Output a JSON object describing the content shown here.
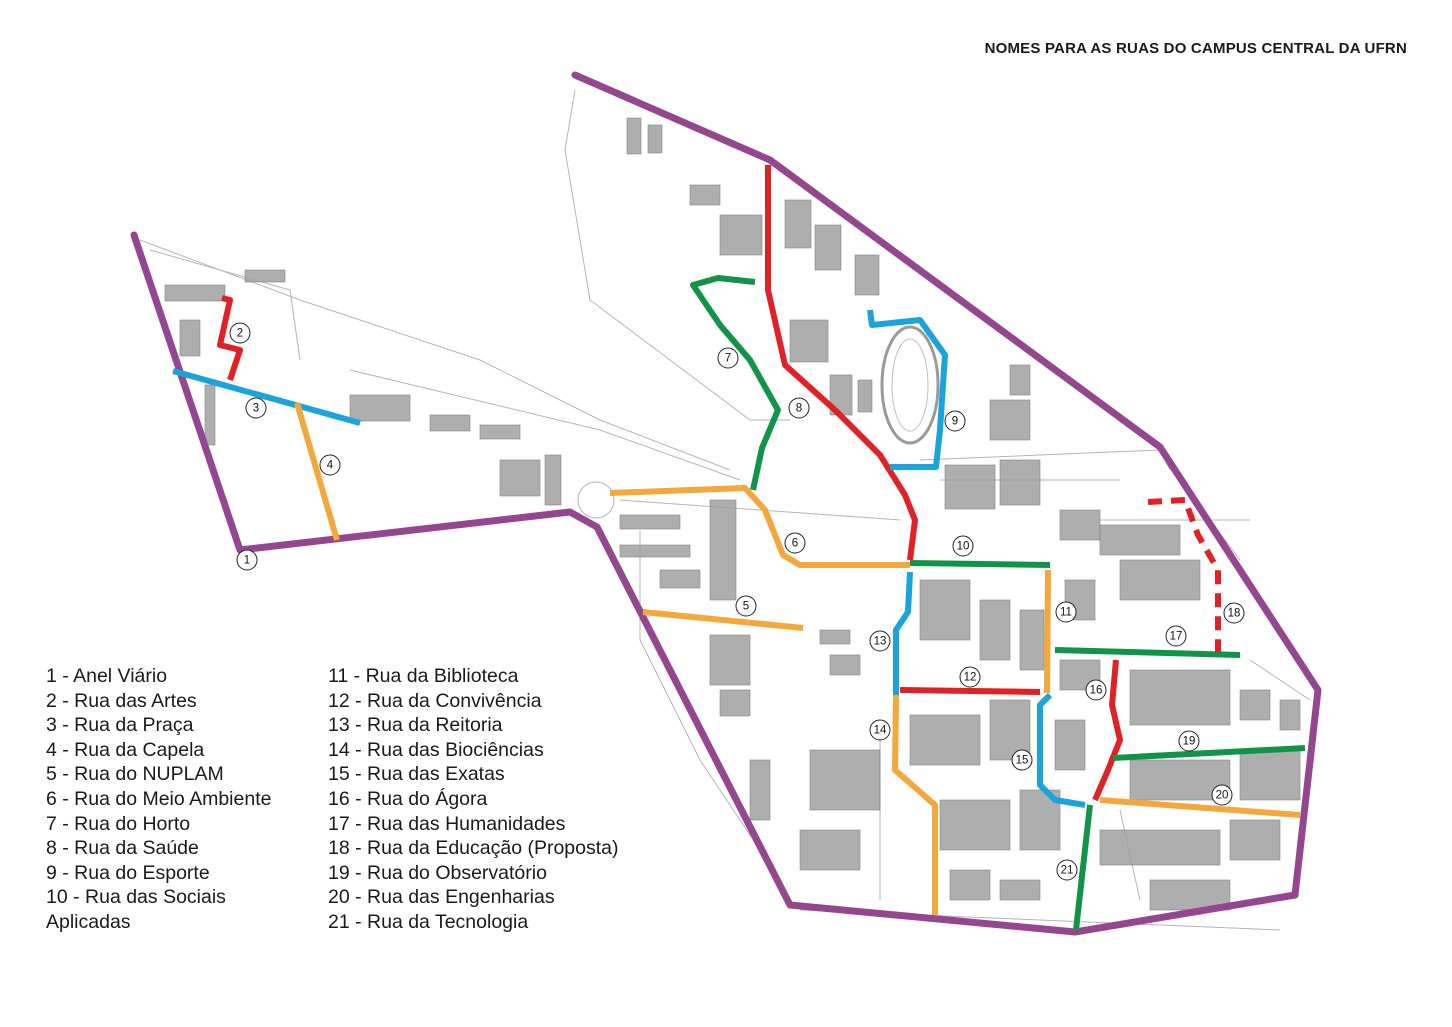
{
  "title": "NOMES PARA AS RUAS DO CAMPUS CENTRAL DA UFRN",
  "colors": {
    "boundary": "#94478f",
    "red": "#e02126",
    "blue": "#1aa3dc",
    "orange": "#f4a73b",
    "green": "#129447",
    "buildings": "#8c8c8c"
  },
  "streets": [
    {
      "number": "1",
      "label": "1 - Anel Viário"
    },
    {
      "number": "2",
      "label": "2 - Rua das Artes"
    },
    {
      "number": "3",
      "label": "3 - Rua da Praça"
    },
    {
      "number": "4",
      "label": "4 - Rua da Capela"
    },
    {
      "number": "5",
      "label": "5 - Rua do NUPLAM"
    },
    {
      "number": "6",
      "label": "6 - Rua do Meio Ambiente"
    },
    {
      "number": "7",
      "label": "7 - Rua do Horto"
    },
    {
      "number": "8",
      "label": "8 - Rua da Saúde"
    },
    {
      "number": "9",
      "label": "9 - Rua do Esporte"
    },
    {
      "number": "10",
      "label": "10 - Rua das Sociais",
      "label2": "Aplicadas"
    },
    {
      "number": "11",
      "label": "11 - Rua da Biblioteca"
    },
    {
      "number": "12",
      "label": "12 - Rua da Convivência"
    },
    {
      "number": "13",
      "label": "13 - Rua da Reitoria"
    },
    {
      "number": "14",
      "label": "14 - Rua das Biociências"
    },
    {
      "number": "15",
      "label": "15 - Rua das Exatas"
    },
    {
      "number": "16",
      "label": "16 - Rua do Ágora"
    },
    {
      "number": "17",
      "label": "17 - Rua das Humanidades"
    },
    {
      "number": "18",
      "label": "18 - Rua da Educação (Proposta)"
    },
    {
      "number": "19",
      "label": "19 - Rua do Observatório"
    },
    {
      "number": "20",
      "label": "20 - Rua das Engenharias"
    },
    {
      "number": "21",
      "label": "21 - Rua da Tecnologia"
    }
  ]
}
